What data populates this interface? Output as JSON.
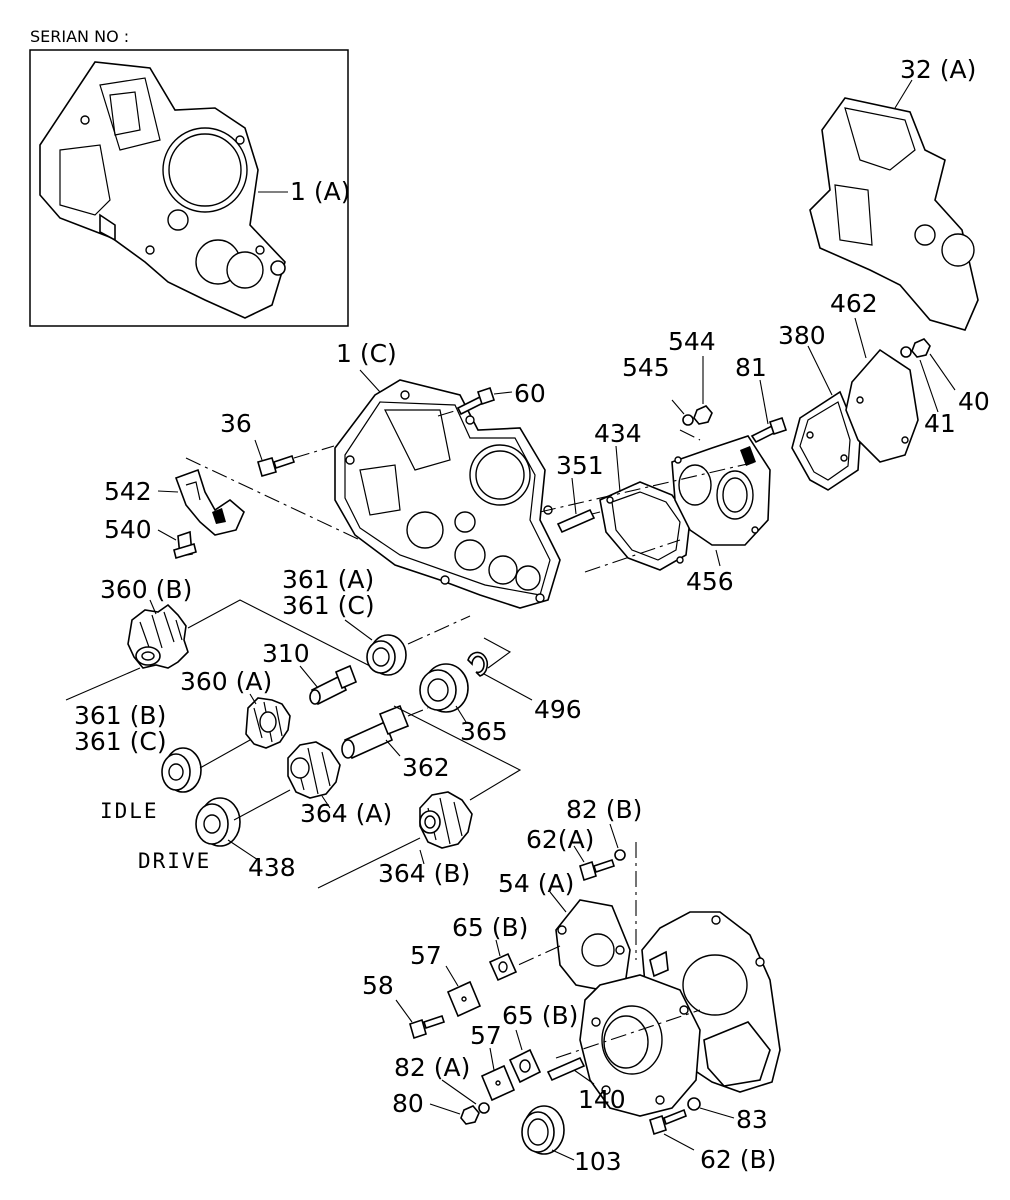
{
  "header": {
    "serial_label": "SERIAN NO :"
  },
  "callouts": {
    "c1A": "1 (A)",
    "c32A": "32 (A)",
    "c1C": "1 (C)",
    "c60": "60",
    "c36": "36",
    "c542": "542",
    "c540": "540",
    "c545": "545",
    "c544": "544",
    "c81": "81",
    "c380": "380",
    "c462": "462",
    "c40": "40",
    "c41": "41",
    "c434": "434",
    "c351": "351",
    "c456": "456",
    "c360B": "360 (B)",
    "c361A": "361 (A)",
    "c361C_1": "361 (C)",
    "c310": "310",
    "c360A": "360 (A)",
    "c496": "496",
    "c365": "365",
    "c361B": "361 (B)",
    "c361C_2": "361 (C)",
    "c362": "362",
    "c364A": "364 (A)",
    "c438": "438",
    "c364B": "364 (B)",
    "c82B": "82 (B)",
    "c62A": "62(A)",
    "c54A": "54 (A)",
    "c65B_1": "65 (B)",
    "c57_1": "57",
    "c58": "58",
    "c57_2": "57",
    "c65B_2": "65 (B)",
    "c82A": "82 (A)",
    "c80": "80",
    "c140": "140",
    "c83": "83",
    "c103": "103",
    "c62B": "62 (B)"
  },
  "notes": {
    "idle": "IDLE",
    "drive": "DRIVE"
  }
}
